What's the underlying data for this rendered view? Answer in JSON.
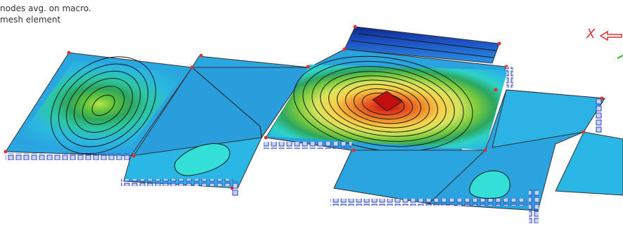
{
  "viewport": {
    "caption_lines": [
      "nodes avg. on macro.",
      "mesh element"
    ]
  },
  "axis_triad": {
    "x_label": "X",
    "x_color": "#e03030",
    "y_color": "#20c020"
  },
  "colors": {
    "contour_scale": [
      "#0b2f8f",
      "#1f56c8",
      "#2a8fe6",
      "#29b7e8",
      "#2fd2e8",
      "#37e6cf",
      "#2ca67a",
      "#3cbf3a",
      "#8bd23a",
      "#e7e84d",
      "#f5c33a",
      "#f08a28",
      "#e94820",
      "#cc1111"
    ],
    "support_marker": "#2b3fb3",
    "node_marker": "#e03030",
    "mesh_edge": "#333333"
  }
}
